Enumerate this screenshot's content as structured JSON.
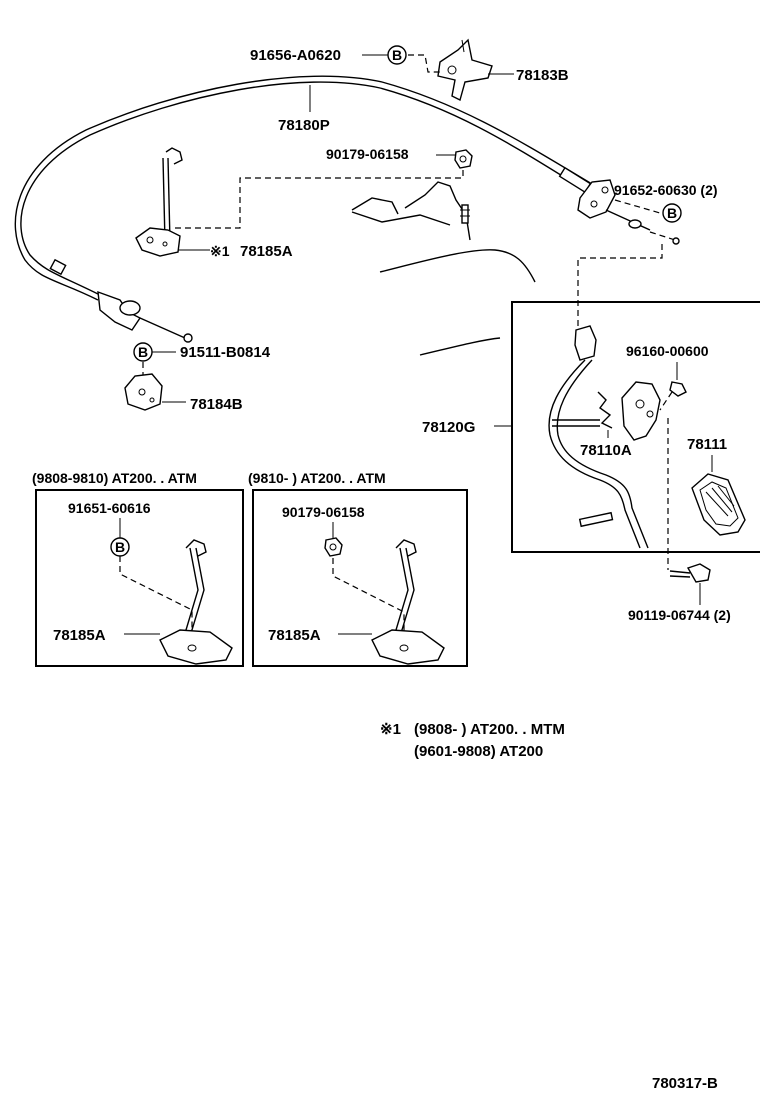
{
  "labels": {
    "p91656": "91656-A0620",
    "p78183B": "78183B",
    "p78180P": "78180P",
    "p90179_top": "90179-06158",
    "p91652": "91652-60630 (2)",
    "p78185A_main": "78185A",
    "mark_main": "※1",
    "p91511": "91511-B0814",
    "p78184B": "78184B",
    "p96160": "96160-00600",
    "p78120G": "78120G",
    "p78110A": "78110A",
    "p78111": "78111",
    "p90119": "90119-06744 (2)",
    "box1_header": "(9808-9810) AT200. . ATM",
    "box2_header": "(9810-        ) AT200. . ATM",
    "box1_part": "91651-60616",
    "box1_78185A": "78185A",
    "box2_part": "90179-06158",
    "box2_78185A": "78185A",
    "note_mark": "※1",
    "note_line1": "(9808-        ) AT200. . MTM",
    "note_line2": "(9601-9808) AT200",
    "figure_code": "780317-B",
    "bolt_marker": "B"
  }
}
